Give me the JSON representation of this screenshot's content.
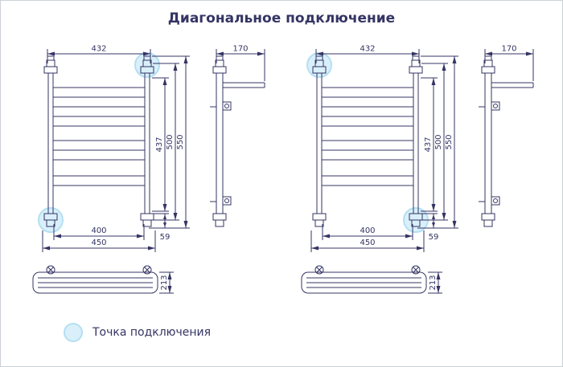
{
  "title": "Диагональное подключение",
  "legend": {
    "label": "Точка подключения"
  },
  "colors": {
    "line": "#343464",
    "highlight": "#d9f0fb",
    "highlight_stroke": "#b4dff2"
  },
  "diagrams": [
    {
      "top_width": "432",
      "pipe_length": "170",
      "height_overall": "550",
      "height_mount": "500",
      "height_rails": "437",
      "width_inner": "400",
      "width_outer": "450",
      "bottom_offset": "59",
      "shelf_depth": "213"
    },
    {
      "top_width": "432",
      "pipe_length": "170",
      "height_overall": "550",
      "height_mount": "500",
      "height_rails": "437",
      "width_inner": "400",
      "width_outer": "450",
      "bottom_offset": "59",
      "shelf_depth": "213"
    }
  ]
}
